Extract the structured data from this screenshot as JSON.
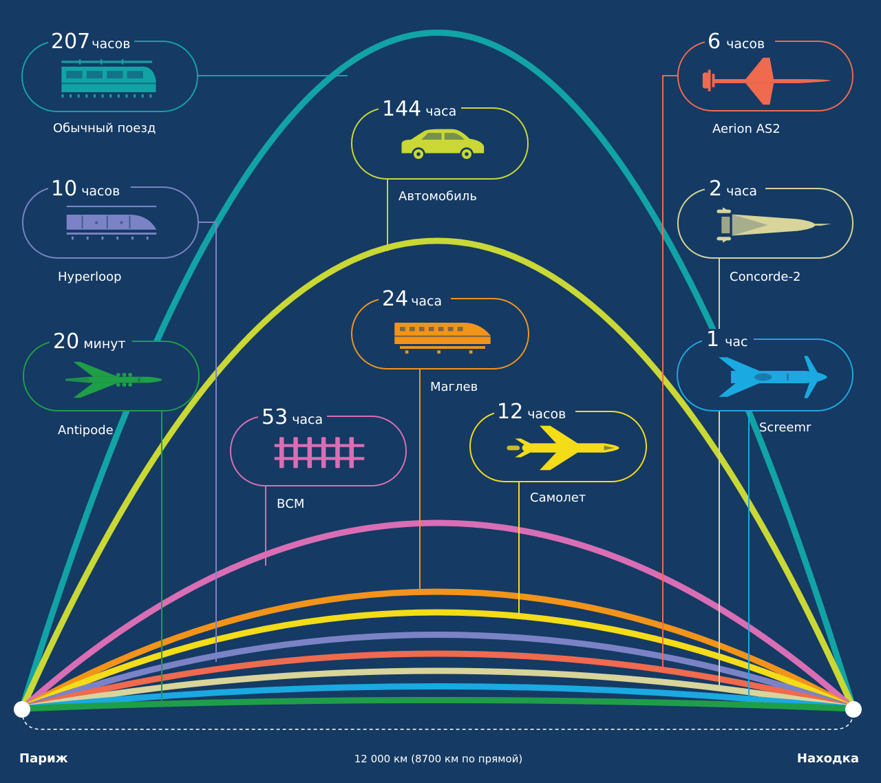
{
  "origin": "Париж",
  "destination": "Находка",
  "distance_note": "12 000 км (8700 км по прямой)",
  "modes": [
    {
      "id": "train",
      "time": "207",
      "unit": "часов",
      "label": "Обычный поезд",
      "color": "#12a3a6",
      "icon": "passenger-train-icon"
    },
    {
      "id": "car",
      "time": "144",
      "unit": "часа",
      "label": "Автомобиль",
      "color": "#c9d835",
      "icon": "car-icon"
    },
    {
      "id": "vsm",
      "time": "53",
      "unit": "часа",
      "label": "ВСМ",
      "color": "#d96eb5",
      "icon": "railway-track-icon"
    },
    {
      "id": "maglev",
      "time": "24",
      "unit": "часа",
      "label": "Маглев",
      "color": "#f2941a",
      "icon": "maglev-train-icon"
    },
    {
      "id": "plane",
      "time": "12",
      "unit": "часов",
      "label": "Самолет",
      "color": "#f5dc18",
      "icon": "airplane-icon"
    },
    {
      "id": "hyperloop",
      "time": "10",
      "unit": "часов",
      "label": "Hyperloop",
      "color": "#7b83c6",
      "icon": "hyperloop-capsule-icon"
    },
    {
      "id": "aerion",
      "time": "6",
      "unit": "часов",
      "label": "Aerion AS2",
      "color": "#ef6a4e",
      "icon": "supersonic-jet-icon"
    },
    {
      "id": "concorde",
      "time": "2",
      "unit": "часа",
      "label": "Concorde-2",
      "color": "#d8d49a",
      "icon": "hypersonic-plane-icon"
    },
    {
      "id": "screemr",
      "time": "1",
      "unit": "час",
      "label": "Screemr",
      "color": "#1aa9e0",
      "icon": "rocket-plane-icon"
    },
    {
      "id": "antipode",
      "time": "20",
      "unit": "минут",
      "label": "Antipode",
      "color": "#1f9e48",
      "icon": "antipode-jet-icon"
    }
  ]
}
